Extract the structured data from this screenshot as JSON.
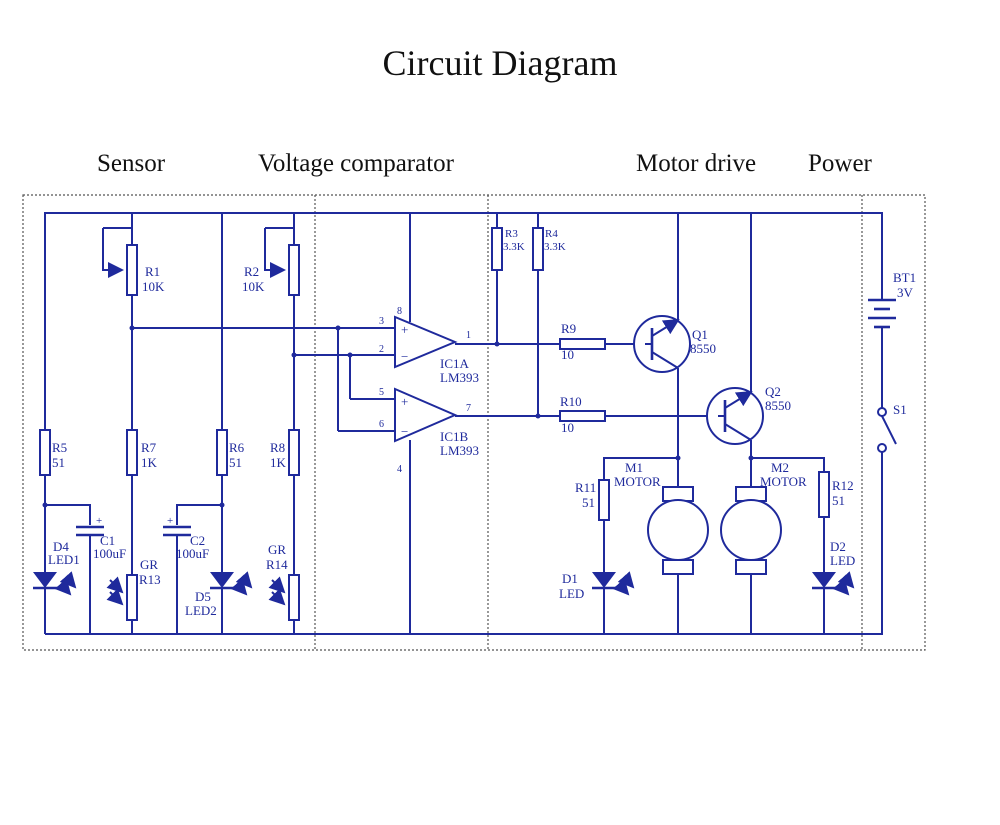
{
  "title": "Circuit Diagram",
  "sections": [
    "Sensor",
    "Voltage comparator",
    "Motor drive",
    "Power"
  ],
  "components": {
    "R1": {
      "ref": "R1",
      "val": "10K"
    },
    "R2": {
      "ref": "R2",
      "val": "10K"
    },
    "R3": {
      "ref": "R3",
      "val": "3.3K"
    },
    "R4": {
      "ref": "R4",
      "val": "3.3K"
    },
    "R5": {
      "ref": "R5",
      "val": "51"
    },
    "R6": {
      "ref": "R6",
      "val": "51"
    },
    "R7": {
      "ref": "R7",
      "val": "1K"
    },
    "R8": {
      "ref": "R8",
      "val": "1K"
    },
    "R9": {
      "ref": "R9",
      "val": "10"
    },
    "R10": {
      "ref": "R10",
      "val": "10"
    },
    "R11": {
      "ref": "R11",
      "val": "51"
    },
    "R12": {
      "ref": "R12",
      "val": "51"
    },
    "R13": {
      "ref": "R13",
      "val": "GR"
    },
    "R14": {
      "ref": "R14",
      "val": "GR"
    },
    "C1": {
      "ref": "C1",
      "val": "100uF"
    },
    "C2": {
      "ref": "C2",
      "val": "100uF"
    },
    "D1": {
      "ref": "D1",
      "val": "LED"
    },
    "D2": {
      "ref": "D2",
      "val": "LED"
    },
    "D4": {
      "ref": "D4",
      "val": "LED1"
    },
    "D5": {
      "ref": "D5",
      "val": "LED2"
    },
    "IC1A": {
      "ref": "IC1A",
      "val": "LM393"
    },
    "IC1B": {
      "ref": "IC1B",
      "val": "LM393"
    },
    "Q1": {
      "ref": "Q1",
      "val": "8550"
    },
    "Q2": {
      "ref": "Q2",
      "val": "8550"
    },
    "M1": {
      "ref": "M1",
      "val": "MOTOR"
    },
    "M2": {
      "ref": "M2",
      "val": "MOTOR"
    },
    "BT1": {
      "ref": "BT1",
      "val": "3V"
    },
    "S1": {
      "ref": "S1"
    }
  },
  "pins": {
    "p1": "1",
    "p2": "2",
    "p3": "3",
    "p4": "4",
    "p5": "5",
    "p6": "6",
    "p7": "7",
    "p8": "8"
  },
  "opamp_signs": {
    "plus": "+",
    "minus": "−"
  },
  "colors": {
    "wire": "#1f2a9c",
    "frame": "#555555",
    "text": "#111111"
  }
}
